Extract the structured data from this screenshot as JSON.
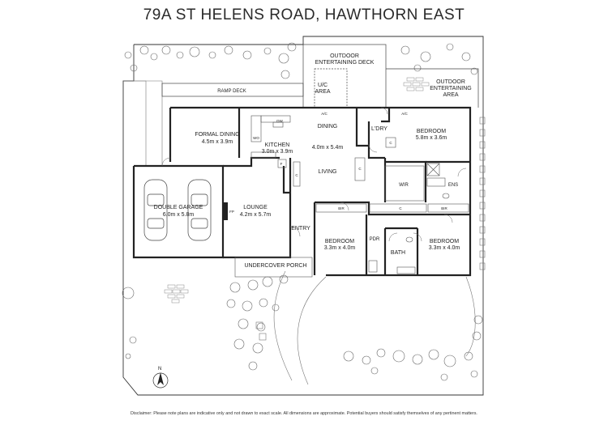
{
  "title": "79A ST HELENS ROAD, HAWTHORN EAST",
  "rooms": {
    "outdoor_deck_1": "OUTDOOR",
    "outdoor_deck_2": "ENTERTAINING DECK",
    "outdoor_area_1": "OUTDOOR",
    "outdoor_area_2": "ENTERTAINING",
    "outdoor_area_3": "AREA",
    "ramp_deck": "RAMP DECK",
    "uc_area_1": "U/C",
    "uc_area_2": "AREA",
    "formal_dining": "FORMAL DINING",
    "formal_dining_dim": "4.5m x 3.9m",
    "kitchen": "KITCHEN",
    "kitchen_dim": "3.0m x 3.9m",
    "dining": "DINING",
    "dining_dim": "4.0m x 5.4m",
    "living": "LIVING",
    "laundry": "L'DRY",
    "bedroom1": "BEDROOM",
    "bedroom1_dim": "5.8m x 3.6m",
    "wir": "WIR",
    "ens": "ENS",
    "double_garage": "DOUBLE GARAGE",
    "double_garage_dim": "6.0m x 5.8m",
    "lounge": "LOUNGE",
    "lounge_dim": "4.2m x 5.7m",
    "entry": "ENTRY",
    "bedroom2": "BEDROOM",
    "bedroom2_dim": "3.3m x 4.0m",
    "pdr": "PDR",
    "bath": "BATH",
    "bedroom3": "BEDROOM",
    "bedroom3_dim": "3.3m x 4.0m",
    "undercover_porch": "UNDERCOVER PORCH"
  },
  "fixtures": {
    "dw": "DW",
    "wo": "WO",
    "ac1": "A/C",
    "ac2": "A/C",
    "fridge": "F",
    "cupboard_ldry": "C",
    "cupboard_hall1": "C",
    "cupboard_hall2": "C",
    "cupboard_hall3": "C",
    "bir1": "BIR",
    "bir2": "BIR",
    "fireplace": "FP"
  },
  "compass": {
    "north_label": "N"
  },
  "disclaimer": "Disclaimer: Please note plans are indicative only and not drawn to exact scale. All dimensions are approximate. Potential buyers should satisfy themselves of any pertinent matters.",
  "colors": {
    "wall": "#222222",
    "line": "#555555",
    "bg": "#ffffff"
  }
}
